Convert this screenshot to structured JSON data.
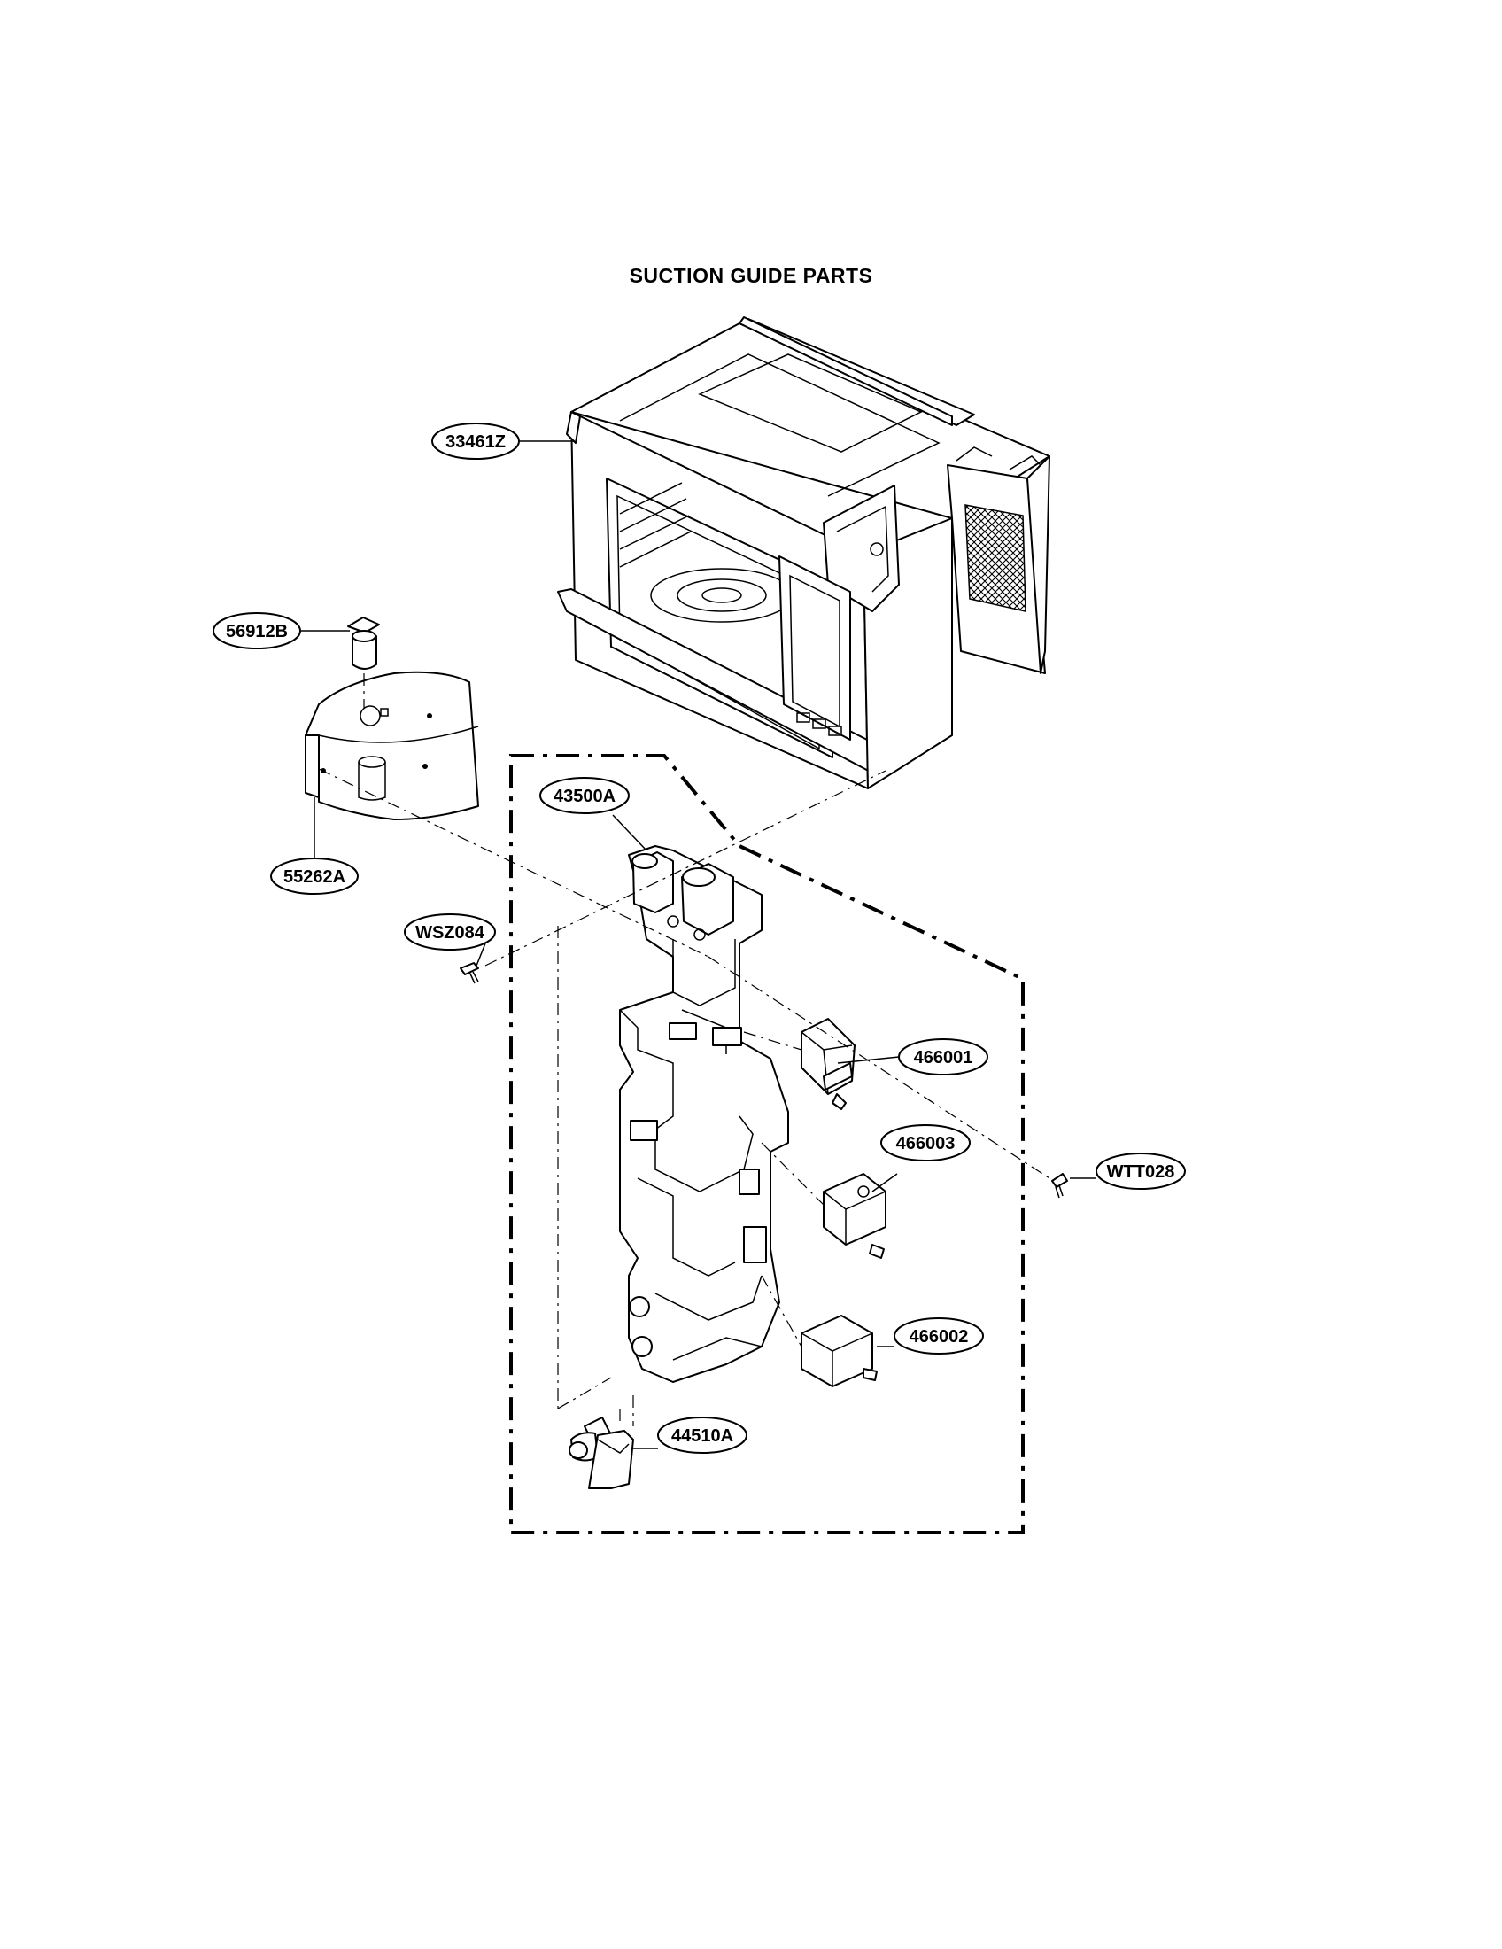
{
  "title": "SUCTION GUIDE PARTS",
  "callouts": [
    {
      "id": "33461Z",
      "label": "33461Z"
    },
    {
      "id": "56912B",
      "label": "56912B"
    },
    {
      "id": "55262A",
      "label": "55262A"
    },
    {
      "id": "43500A",
      "label": "43500A"
    },
    {
      "id": "WSZ084",
      "label": "WSZ084"
    },
    {
      "id": "466001",
      "label": "466001"
    },
    {
      "id": "466003",
      "label": "466003"
    },
    {
      "id": "WTT028",
      "label": "WTT028"
    },
    {
      "id": "466002",
      "label": "466002"
    },
    {
      "id": "44510A",
      "label": "44510A"
    }
  ]
}
